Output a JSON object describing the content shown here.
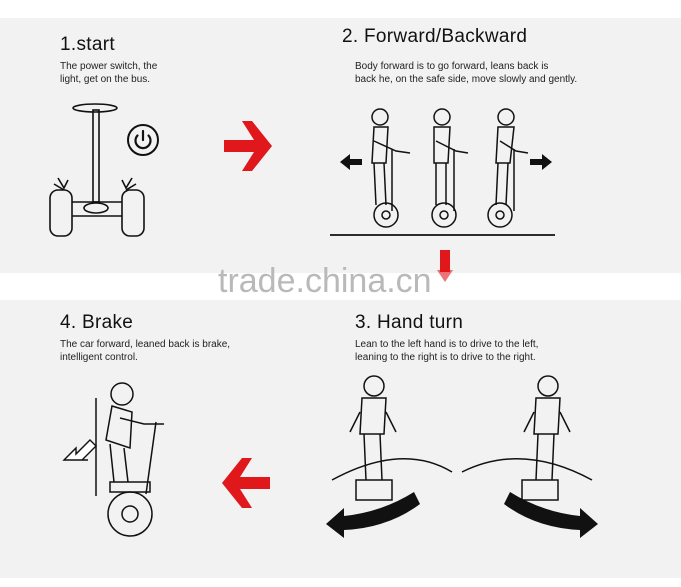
{
  "steps": {
    "start": {
      "title": "1.start",
      "desc_line1": "The power switch, the",
      "desc_line2": "light, get on the bus."
    },
    "forward": {
      "title": "2. Forward/Backward",
      "desc_line1": "Body forward is to go forward, leans back is",
      "desc_line2": "back he, on the safe side, move slowly and gently."
    },
    "hand_turn": {
      "title": "3. Hand turn",
      "desc_line1": "Lean to the left hand is to drive to the left,",
      "desc_line2": "leaning to the right is to drive to the right."
    },
    "brake": {
      "title": "4. Brake",
      "desc_line1": "The car forward, leaned back is brake,",
      "desc_line2": "intelligent control."
    }
  },
  "watermark": "trade.china.cn",
  "colors": {
    "arrow_red": "#e0171b",
    "band_gray": "#f2f2f2",
    "line_black": "#111111"
  },
  "icons": [
    "power-icon",
    "arrow-right-icon",
    "arrow-left-icon",
    "arrow-down-icon"
  ]
}
